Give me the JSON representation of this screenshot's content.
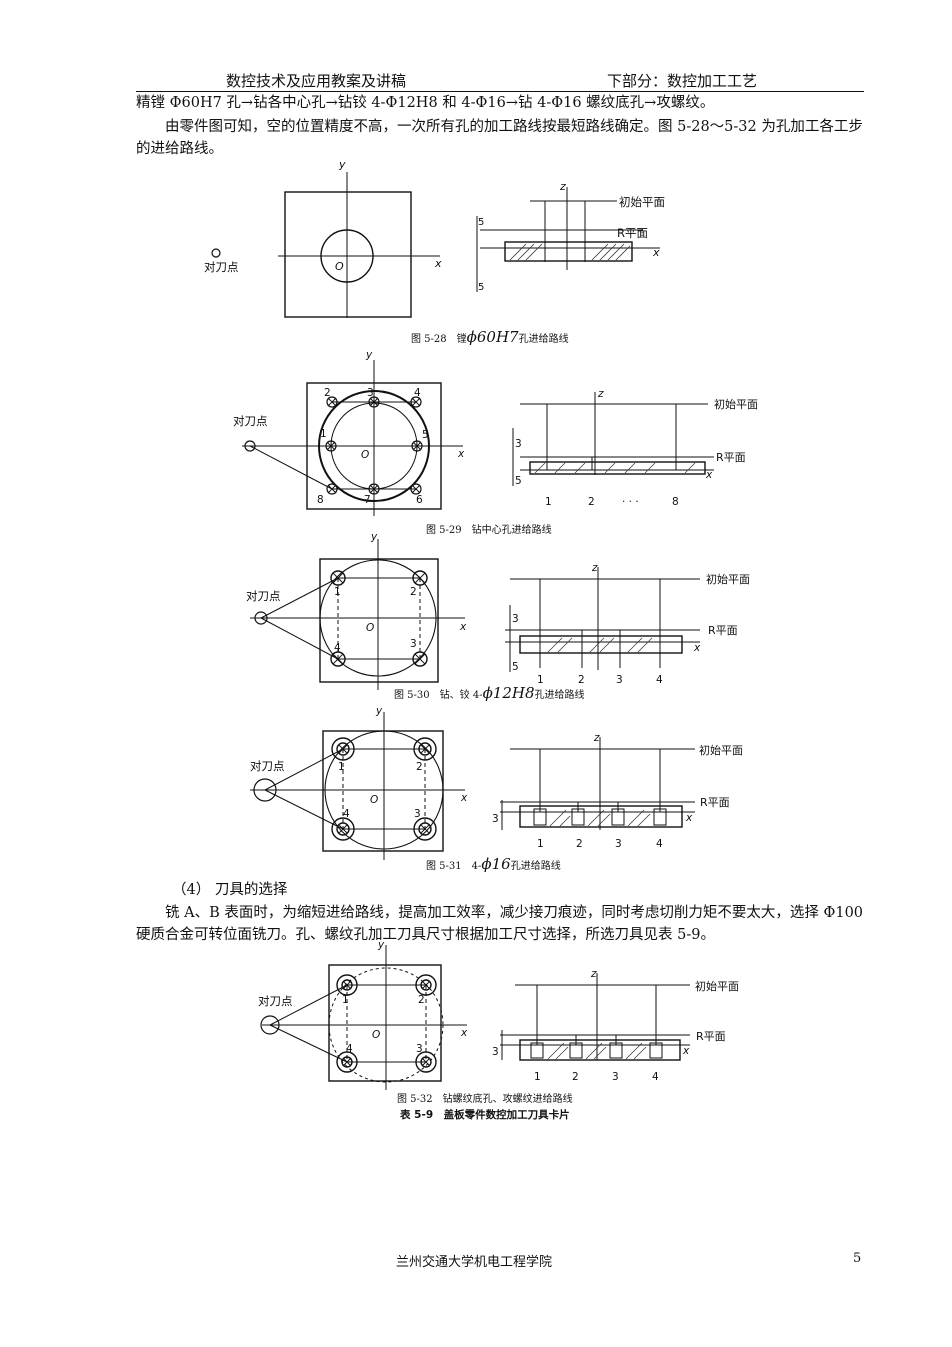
{
  "header": {
    "left": "数控技术及应用教案及讲稿",
    "right": "下部分：数控加工工艺"
  },
  "paragraphs": {
    "p1": "精镗 Φ60H7 孔→钻各中心孔→钻铰 4-Φ12H8 和 4-Φ16→钻 4-Φ16 螺纹底孔→攻螺纹。",
    "p2": "　　由零件图可知，空的位置精度不高，一次所有孔的加工路线按最短路线确定。图 5-28～5-32 为孔加工各工步的进给路线。",
    "section": "（4） 刀具的选择",
    "p3": "　　铣 A、B 表面时，为缩短进给路线，提高加工效率，减少接刀痕迹，同时考虑切削力矩不要太大，选择 Φ100 硬质合金可转位面铣刀。孔、螺纹孔加工刀具尺寸根据加工尺寸选择，所选刀具见表 5-9。"
  },
  "figure_labels": {
    "y": "y",
    "x": "x",
    "z": "z",
    "origin": "O",
    "tool_point": "对刀点",
    "initial_plane": "初始平面",
    "r_plane": "R平面",
    "dim5": "5",
    "dim3": "3",
    "dots": "· · ·",
    "n1": "1",
    "n2": "2",
    "n3": "3",
    "n4": "4",
    "n5": "5",
    "n6": "6",
    "n7": "7",
    "n8": "8"
  },
  "captions": {
    "f28_prefix": "图 5-28　镗",
    "f28_math": "ϕ60H7",
    "f28_suffix": "孔进给路线",
    "f29": "图 5-29　钻中心孔进给路线",
    "f30_prefix": "图 5-30　钻、铰 4-",
    "f30_math": "ϕ12H8",
    "f30_suffix": "孔进给路线",
    "f31_prefix": "图 5-31　4-",
    "f31_math": "ϕ16",
    "f31_suffix": "孔进给路线",
    "f32": "图 5-32　钻螺纹底孔、攻螺纹进给路线"
  },
  "table_title": "表 5-9　盖板零件数控加工刀具卡片",
  "footer": {
    "institution": "兰州交通大学机电工程学院",
    "page": "5"
  }
}
